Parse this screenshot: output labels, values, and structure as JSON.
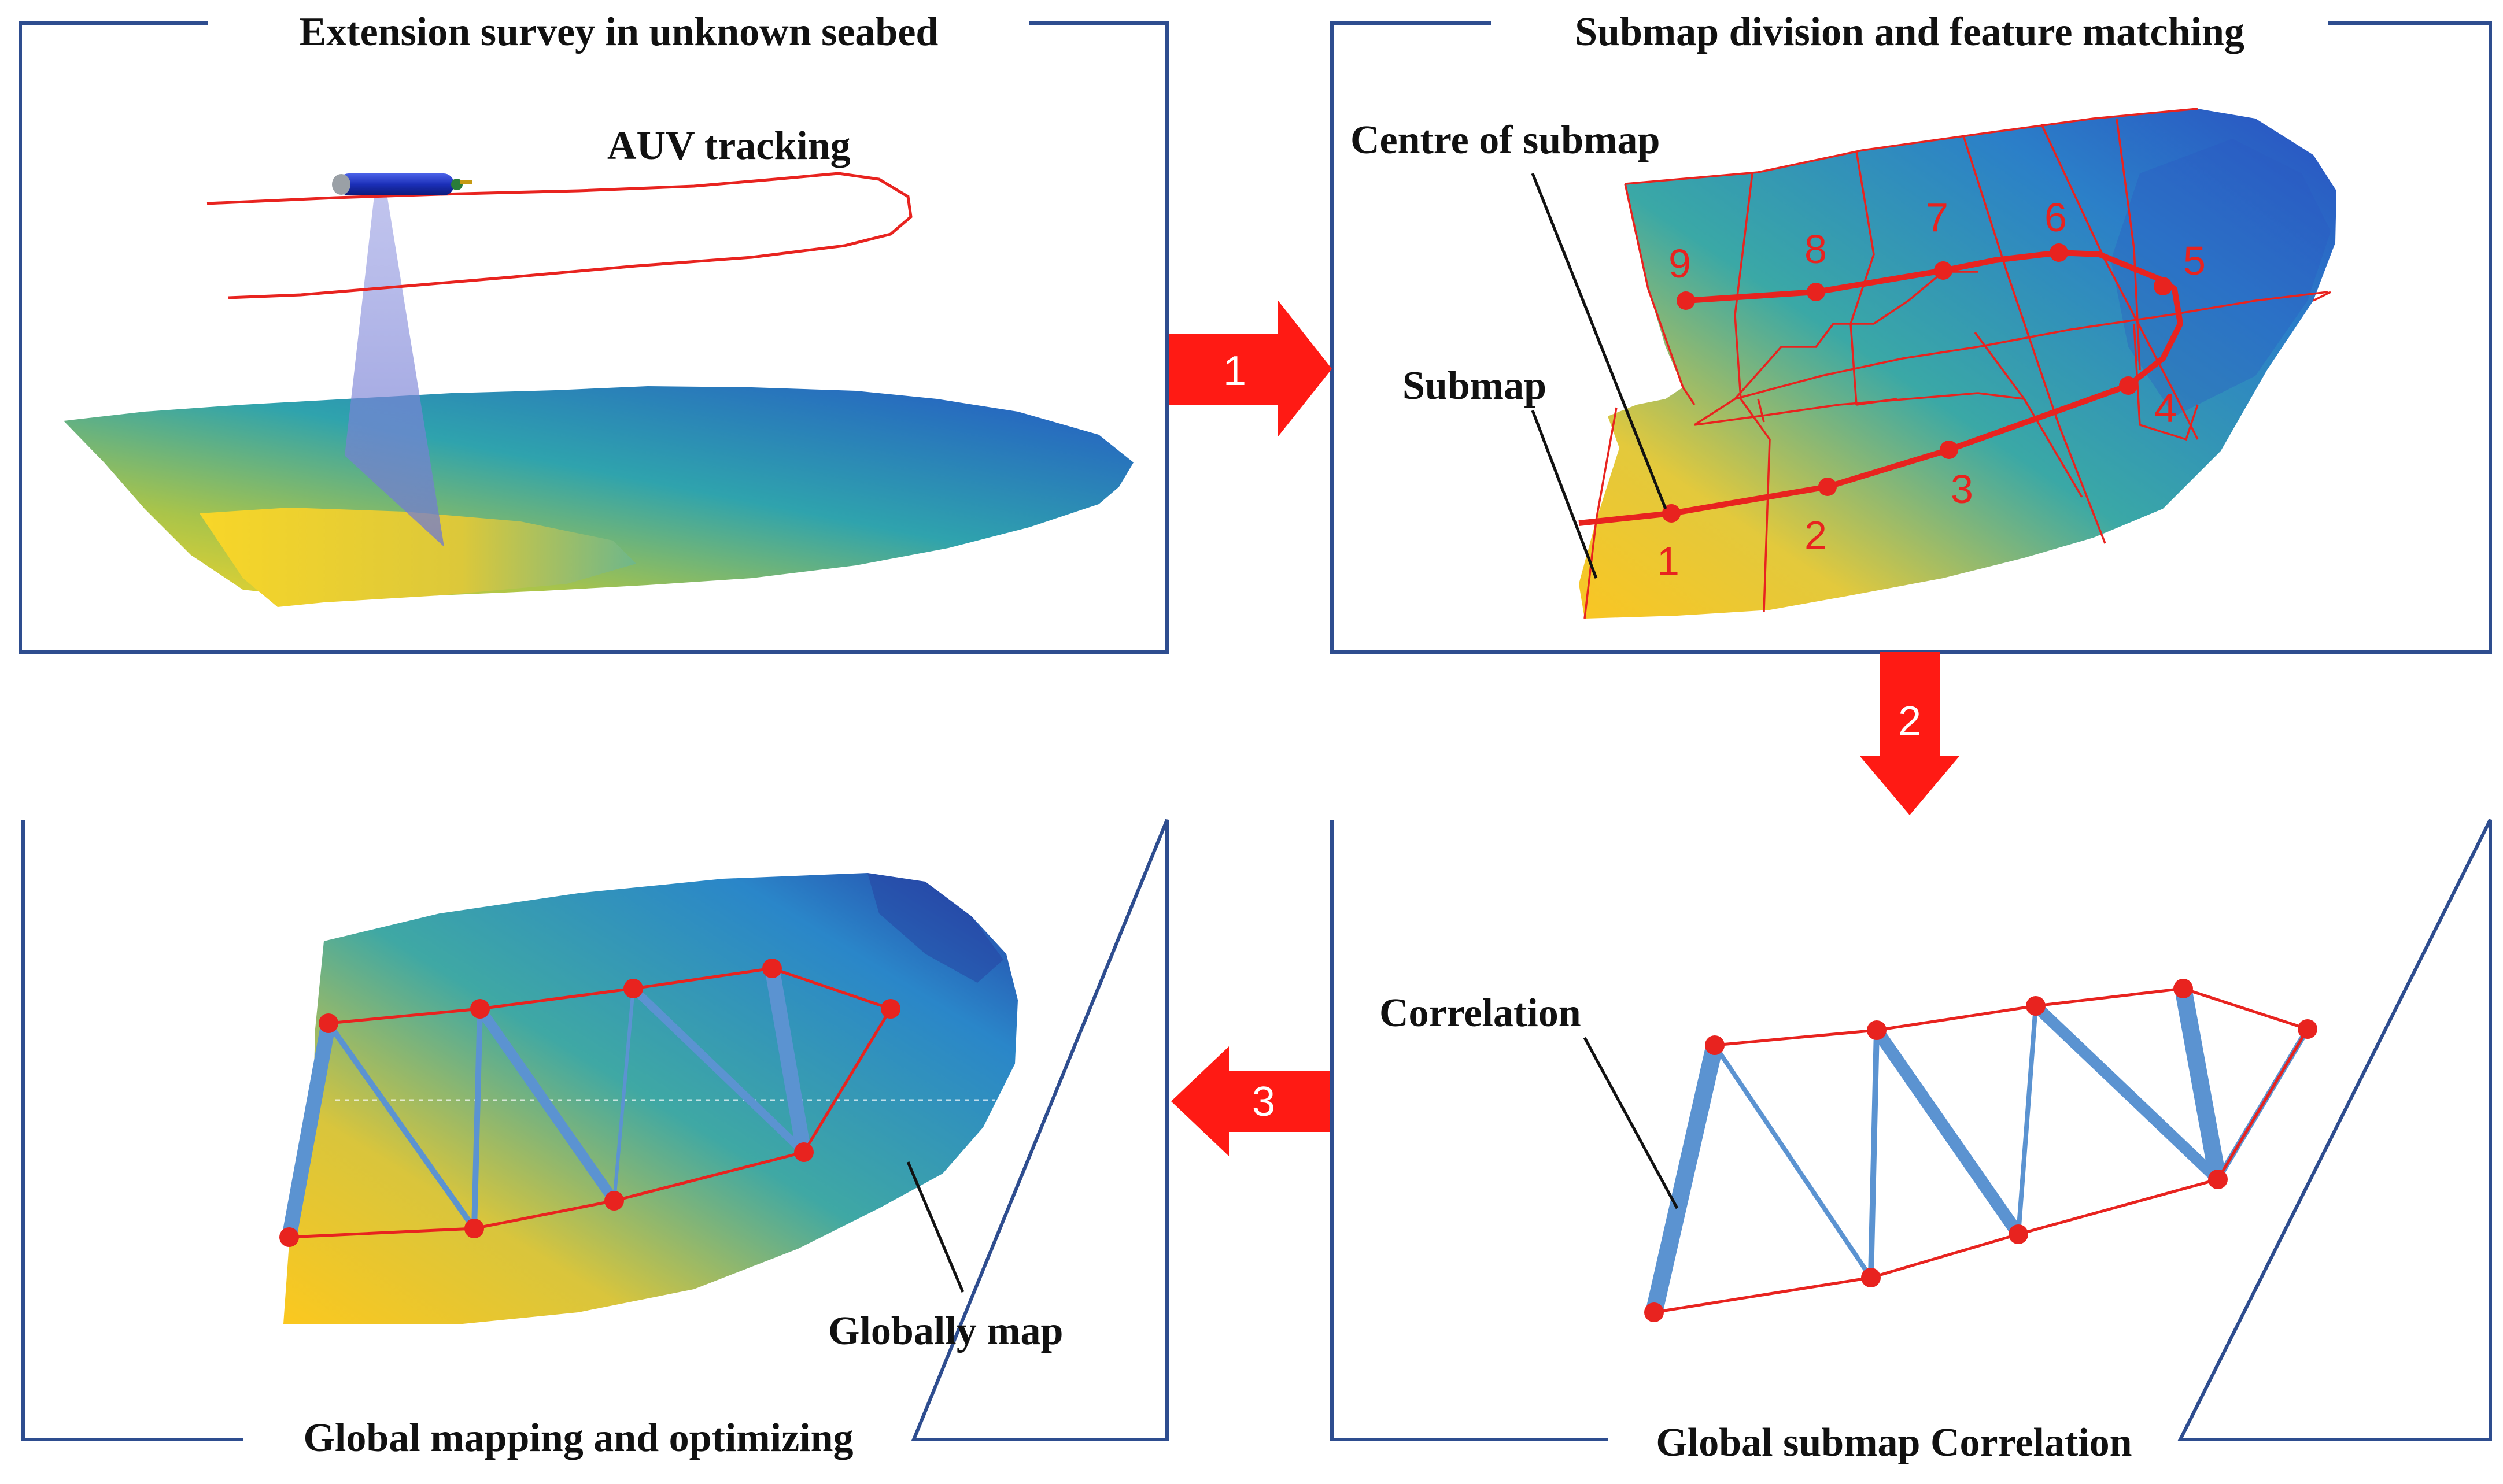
{
  "panels": {
    "survey": {
      "title": "Extension survey in unknown seabed",
      "track_label": "AUV tracking"
    },
    "division": {
      "title": "Submap division and feature matching",
      "centre_label": "Centre of submap",
      "submap_label": "Submap",
      "node_numbers": [
        "1",
        "2",
        "3",
        "4",
        "5",
        "6",
        "7",
        "8",
        "9"
      ]
    },
    "correlation": {
      "title": "Global submap Correlation",
      "correlation_label": "Correlation"
    },
    "global": {
      "title": "Global mapping and optimizing",
      "map_label": "Globally map"
    }
  },
  "arrows": [
    "1",
    "2",
    "3"
  ],
  "colors": {
    "frame": "#2e4d8f",
    "track": "#e8231f",
    "node": "#e8231f",
    "link": "#5b93d1",
    "map_deep": "#2a5fc4",
    "map_mid": "#2fa3ad",
    "map_shallow": "#f5d321"
  }
}
